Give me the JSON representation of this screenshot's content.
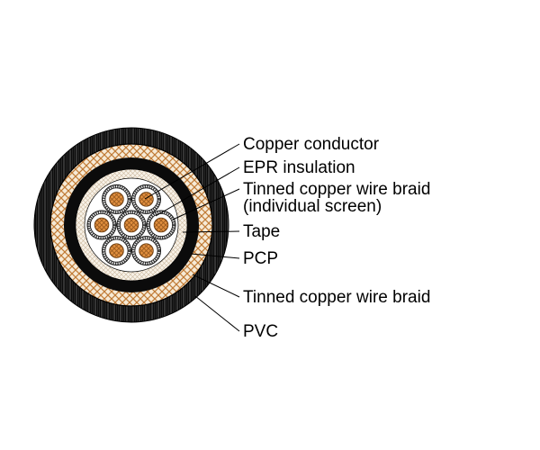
{
  "labels": {
    "copper_conductor": "Copper conductor",
    "epr_insulation": "EPR insulation",
    "individual_screen_line1": "Tinned copper wire braid",
    "individual_screen_line2": "(individual screen)",
    "tape": "Tape",
    "pcp": "PCP",
    "outer_braid": "Tinned copper wire braid",
    "pvc": "PVC"
  },
  "colors": {
    "copper_conductor_fill": "#e2903f",
    "copper_hatch": "#9a5a1e",
    "braid_background": "#f6ead6",
    "braid_hatch": "#c07a35",
    "tape_background": "#f8f2e8",
    "tape_hatch": "#cbb89e",
    "sheath_black": "#0b0b0b",
    "label_text": "#000000"
  }
}
